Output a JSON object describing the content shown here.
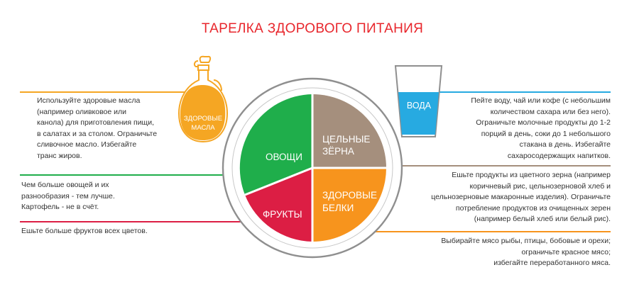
{
  "title": "ТАРЕЛКА ЗДОРОВОГО ПИТАНИЯ",
  "plate": {
    "vegetables": "ОВОЩИ",
    "grains_line1": "ЦЕЛЬНЫЕ",
    "grains_line2": "ЗЁРНА",
    "proteins_line1": "ЗДОРОВЫЕ",
    "proteins_line2": "БЕЛКИ",
    "fruits": "ФРУКТЫ"
  },
  "oil_label_line1": "ЗДОРОВЫЕ",
  "oil_label_line2": "МАСЛА",
  "water_label": "ВОДА",
  "notes": {
    "oils": [
      "Используйте здоровые масла",
      "(например оливковое или",
      "канола) для приготовления пищи,",
      "в салатах и за столом. Ограничьте",
      "сливочное масло. Избегайте",
      "транс жиров."
    ],
    "vegetables": [
      "Чем больше овощей и их",
      "разнообразия - тем лучше.",
      "Картофель - не в счёт."
    ],
    "fruits": [
      "Ешьте больше фруктов всех цветов."
    ],
    "water": [
      "Пейте воду, чай или кофе (с небольшим",
      "количеством сахара или без него).",
      "Ограничьте молочные продукты до 1-2",
      "порций в день, соки до 1 небольшого",
      "стакана в день. Избегайте",
      "сахаросодержащих напитков."
    ],
    "grains": [
      "Ешьте продукты из цветного зерна (например",
      "коричневый рис, цельнозерновой хлеб и",
      "цельнозерновые макаронные изделия). Ограничьте",
      "потребление продуктов из очищенных зерен",
      "(например белый хлеб или белый рис)."
    ],
    "proteins": [
      "Выбирайте мясо рыбы, птицы, бобовые и орехи;",
      "ограничьте красное мясо;",
      "избегайте переработанного мяса."
    ]
  },
  "colors": {
    "vegetables": "#1fae4b",
    "grains": "#a58f7d",
    "proteins": "#f7941d",
    "fruits": "#dc1e44",
    "water": "#27aae1",
    "oil": "#f5a623",
    "title": "#e8262c"
  }
}
